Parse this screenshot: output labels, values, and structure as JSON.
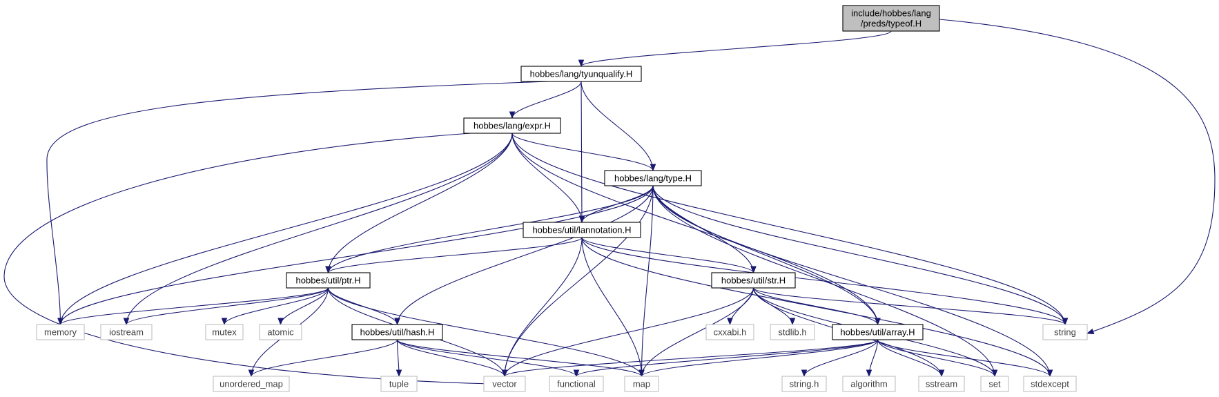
{
  "colors": {
    "edge": "#191970",
    "root_fill": "#bfbfbf",
    "node_border": "#000000",
    "system_border": "#bfbfbf",
    "system_text": "#404040",
    "background": "#ffffff"
  },
  "nodes": [
    {
      "id": "typeof",
      "lines": [
        "include/hobbes/lang",
        "/preds/typeof.H"
      ],
      "kind": "root"
    },
    {
      "id": "tyunqualify",
      "lines": [
        "hobbes/lang/tyunqualify.H"
      ],
      "kind": "header"
    },
    {
      "id": "expr",
      "lines": [
        "hobbes/lang/expr.H"
      ],
      "kind": "header"
    },
    {
      "id": "type",
      "lines": [
        "hobbes/lang/type.H"
      ],
      "kind": "header"
    },
    {
      "id": "lannotation",
      "lines": [
        "hobbes/util/lannotation.H"
      ],
      "kind": "header"
    },
    {
      "id": "ptr",
      "lines": [
        "hobbes/util/ptr.H"
      ],
      "kind": "header"
    },
    {
      "id": "str",
      "lines": [
        "hobbes/util/str.H"
      ],
      "kind": "header"
    },
    {
      "id": "hash",
      "lines": [
        "hobbes/util/hash.H"
      ],
      "kind": "header"
    },
    {
      "id": "array",
      "lines": [
        "hobbes/util/array.H"
      ],
      "kind": "header"
    },
    {
      "id": "memory",
      "lines": [
        "memory"
      ],
      "kind": "system"
    },
    {
      "id": "iostream",
      "lines": [
        "iostream"
      ],
      "kind": "system"
    },
    {
      "id": "mutex",
      "lines": [
        "mutex"
      ],
      "kind": "system"
    },
    {
      "id": "atomic",
      "lines": [
        "atomic"
      ],
      "kind": "system"
    },
    {
      "id": "cxxabi",
      "lines": [
        "cxxabi.h"
      ],
      "kind": "system"
    },
    {
      "id": "stdlib",
      "lines": [
        "stdlib.h"
      ],
      "kind": "system"
    },
    {
      "id": "string",
      "lines": [
        "string"
      ],
      "kind": "system"
    },
    {
      "id": "unordered_map",
      "lines": [
        "unordered_map"
      ],
      "kind": "system"
    },
    {
      "id": "tuple",
      "lines": [
        "tuple"
      ],
      "kind": "system"
    },
    {
      "id": "vector",
      "lines": [
        "vector"
      ],
      "kind": "system"
    },
    {
      "id": "functional",
      "lines": [
        "functional"
      ],
      "kind": "system"
    },
    {
      "id": "map",
      "lines": [
        "map"
      ],
      "kind": "system"
    },
    {
      "id": "string_h",
      "lines": [
        "string.h"
      ],
      "kind": "system"
    },
    {
      "id": "algorithm",
      "lines": [
        "algorithm"
      ],
      "kind": "system"
    },
    {
      "id": "sstream",
      "lines": [
        "sstream"
      ],
      "kind": "system"
    },
    {
      "id": "set",
      "lines": [
        "set"
      ],
      "kind": "system"
    },
    {
      "id": "stdexcept",
      "lines": [
        "stdexcept"
      ],
      "kind": "system"
    }
  ],
  "edges": [
    [
      "typeof",
      "tyunqualify"
    ],
    [
      "typeof",
      "string"
    ],
    [
      "tyunqualify",
      "memory"
    ],
    [
      "tyunqualify",
      "expr"
    ],
    [
      "tyunqualify",
      "lannotation"
    ],
    [
      "tyunqualify",
      "type"
    ],
    [
      "expr",
      "type"
    ],
    [
      "expr",
      "lannotation"
    ],
    [
      "expr",
      "ptr"
    ],
    [
      "expr",
      "memory"
    ],
    [
      "expr",
      "iostream"
    ],
    [
      "expr",
      "vector"
    ],
    [
      "expr",
      "string"
    ],
    [
      "expr",
      "array"
    ],
    [
      "type",
      "lannotation"
    ],
    [
      "type",
      "ptr"
    ],
    [
      "type",
      "hash"
    ],
    [
      "type",
      "str"
    ],
    [
      "type",
      "array"
    ],
    [
      "type",
      "memory"
    ],
    [
      "type",
      "vector"
    ],
    [
      "type",
      "map"
    ],
    [
      "type",
      "string"
    ],
    [
      "type",
      "set"
    ],
    [
      "type",
      "stdexcept"
    ],
    [
      "lannotation",
      "ptr"
    ],
    [
      "lannotation",
      "str"
    ],
    [
      "lannotation",
      "vector"
    ],
    [
      "lannotation",
      "map"
    ],
    [
      "lannotation",
      "string"
    ],
    [
      "lannotation",
      "stdexcept"
    ],
    [
      "ptr",
      "memory"
    ],
    [
      "ptr",
      "iostream"
    ],
    [
      "ptr",
      "mutex"
    ],
    [
      "ptr",
      "atomic"
    ],
    [
      "ptr",
      "unordered_map"
    ],
    [
      "ptr",
      "hash"
    ],
    [
      "ptr",
      "vector"
    ],
    [
      "ptr",
      "map"
    ],
    [
      "hash",
      "unordered_map"
    ],
    [
      "hash",
      "tuple"
    ],
    [
      "hash",
      "vector"
    ],
    [
      "hash",
      "functional"
    ],
    [
      "hash",
      "map"
    ],
    [
      "str",
      "vector"
    ],
    [
      "str",
      "map"
    ],
    [
      "str",
      "cxxabi"
    ],
    [
      "str",
      "stdlib"
    ],
    [
      "str",
      "array"
    ],
    [
      "str",
      "sstream"
    ],
    [
      "str",
      "set"
    ],
    [
      "str",
      "string"
    ],
    [
      "array",
      "vector"
    ],
    [
      "array",
      "functional"
    ],
    [
      "array",
      "map"
    ],
    [
      "array",
      "string_h"
    ],
    [
      "array",
      "algorithm"
    ],
    [
      "array",
      "sstream"
    ],
    [
      "array",
      "set"
    ],
    [
      "array",
      "stdexcept"
    ]
  ]
}
